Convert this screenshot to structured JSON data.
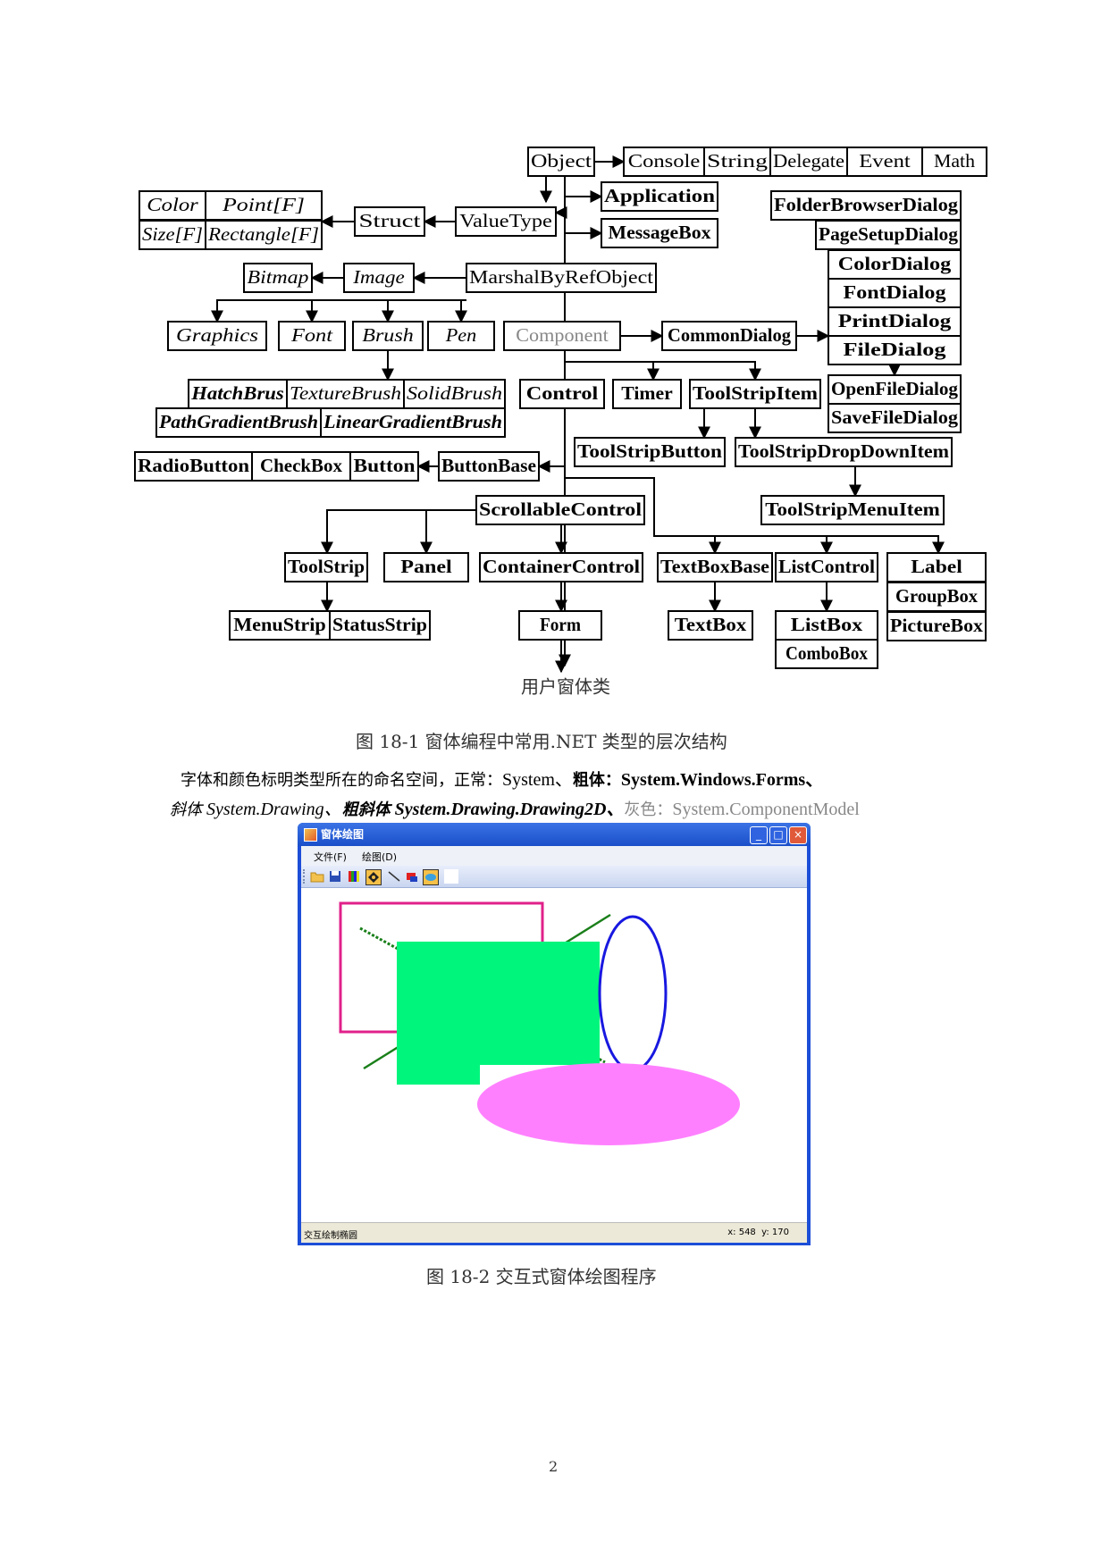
{
  "diagram": {
    "nodes": [
      {
        "id": "Object",
        "label": "Object",
        "style": "n"
      },
      {
        "id": "Console",
        "label": "Console",
        "style": "n"
      },
      {
        "id": "String",
        "label": "String",
        "style": "n"
      },
      {
        "id": "Delegate",
        "label": "Delegate",
        "style": "n"
      },
      {
        "id": "Event",
        "label": "Event",
        "style": "n"
      },
      {
        "id": "Math",
        "label": "Math",
        "style": "n"
      },
      {
        "id": "Application",
        "label": "Application",
        "style": "b"
      },
      {
        "id": "MessageBox",
        "label": "MessageBox",
        "style": "b"
      },
      {
        "id": "ValueType",
        "label": "ValueType",
        "style": "n"
      },
      {
        "id": "Struct",
        "label": "Struct",
        "style": "n"
      },
      {
        "id": "Color",
        "label": "Color",
        "style": "i"
      },
      {
        "id": "PointF",
        "label": "Point[F]",
        "style": "i"
      },
      {
        "id": "SizeF",
        "label": "Size[F]",
        "style": "i"
      },
      {
        "id": "RectangleF",
        "label": "Rectangle[F]",
        "style": "i"
      },
      {
        "id": "FolderBrowserDialog",
        "label": "FolderBrowserDialog",
        "style": "b"
      },
      {
        "id": "PageSetupDialog",
        "label": "PageSetupDialog",
        "style": "b"
      },
      {
        "id": "ColorDialog",
        "label": "ColorDialog",
        "style": "b"
      },
      {
        "id": "FontDialog",
        "label": "FontDialog",
        "style": "b"
      },
      {
        "id": "PrintDialog",
        "label": "PrintDialog",
        "style": "b"
      },
      {
        "id": "FileDialog",
        "label": "FileDialog",
        "style": "b"
      },
      {
        "id": "MarshalByRefObject",
        "label": "MarshalByRefObject",
        "style": "n"
      },
      {
        "id": "Image",
        "label": "Image",
        "style": "i"
      },
      {
        "id": "Bitmap",
        "label": "Bitmap",
        "style": "i"
      },
      {
        "id": "Graphics",
        "label": "Graphics",
        "style": "i"
      },
      {
        "id": "Font",
        "label": "Font",
        "style": "i"
      },
      {
        "id": "Brush",
        "label": "Brush",
        "style": "i"
      },
      {
        "id": "Pen",
        "label": "Pen",
        "style": "i"
      },
      {
        "id": "Component",
        "label": "Component",
        "style": "g"
      },
      {
        "id": "CommonDialog",
        "label": "CommonDialog",
        "style": "b"
      },
      {
        "id": "HatchBrush",
        "label": "HatchBrus",
        "style": "bi"
      },
      {
        "id": "TextureBrush",
        "label": "TextureBrush",
        "style": "i"
      },
      {
        "id": "SolidBrush",
        "label": "SolidBrush",
        "style": "i"
      },
      {
        "id": "PathGradientBrush",
        "label": "PathGradientBrush",
        "style": "bi"
      },
      {
        "id": "LinearGradientBrush",
        "label": "LinearGradientBrush",
        "style": "bi"
      },
      {
        "id": "Control",
        "label": "Control",
        "style": "b"
      },
      {
        "id": "Timer",
        "label": "Timer",
        "style": "b"
      },
      {
        "id": "ToolStripItem",
        "label": "ToolStripItem",
        "style": "b"
      },
      {
        "id": "OpenFileDialog",
        "label": "OpenFileDialog",
        "style": "b"
      },
      {
        "id": "SaveFileDialog",
        "label": "SaveFileDialog",
        "style": "b"
      },
      {
        "id": "RadioButton",
        "label": "RadioButton",
        "style": "b"
      },
      {
        "id": "CheckBox",
        "label": "CheckBox",
        "style": "b"
      },
      {
        "id": "Button",
        "label": "Button",
        "style": "b"
      },
      {
        "id": "ButtonBase",
        "label": "ButtonBase",
        "style": "b"
      },
      {
        "id": "ToolStripButton",
        "label": "ToolStripButton",
        "style": "b"
      },
      {
        "id": "ToolStripDropDownItem",
        "label": "ToolStripDropDownItem",
        "style": "b"
      },
      {
        "id": "ScrollableControl",
        "label": "ScrollableControl",
        "style": "b"
      },
      {
        "id": "ToolStripMenuItem",
        "label": "ToolStripMenuItem",
        "style": "b"
      },
      {
        "id": "ToolStrip",
        "label": "ToolStrip",
        "style": "b"
      },
      {
        "id": "Panel",
        "label": "Panel",
        "style": "b"
      },
      {
        "id": "ContainerControl",
        "label": "ContainerControl",
        "style": "b"
      },
      {
        "id": "TextBoxBase",
        "label": "TextBoxBase",
        "style": "b"
      },
      {
        "id": "ListControl",
        "label": "ListControl",
        "style": "b"
      },
      {
        "id": "Label",
        "label": "Label",
        "style": "b"
      },
      {
        "id": "GroupBox",
        "label": "GroupBox",
        "style": "b"
      },
      {
        "id": "PictureBox",
        "label": "PictureBox",
        "style": "b"
      },
      {
        "id": "MenuStrip",
        "label": "MenuStrip",
        "style": "b"
      },
      {
        "id": "StatusStrip",
        "label": "StatusStrip",
        "style": "b"
      },
      {
        "id": "Form",
        "label": "Form",
        "style": "b"
      },
      {
        "id": "TextBox",
        "label": "TextBox",
        "style": "b"
      },
      {
        "id": "ListBox",
        "label": "ListBox",
        "style": "b"
      },
      {
        "id": "ComboBox",
        "label": "ComboBox",
        "style": "b"
      }
    ],
    "user_form_label": "用户窗体类"
  },
  "caption1": "图 18-1    窗体编程中常用.NET 类型的层次结构",
  "legend": {
    "intro": "字体和颜色标明类型所在的命名空间，正常：",
    "normal_ns": "System、",
    "bold_word": "粗体：",
    "bold_ns": "System.Windows.Forms、",
    "italic_word": "斜体",
    "italic_ns": "System.Drawing、",
    "bolditalic_word": "粗斜体",
    "bolditalic_ns": "System.Drawing.Drawing2D、",
    "gray_word": "灰色：",
    "gray_ns": "System.ComponentModel"
  },
  "window": {
    "title": "窗体绘图",
    "menu": [
      "文件(F)",
      "绘图(D)"
    ],
    "status_left": "交互绘制椭圆",
    "status_x_label": "x:",
    "status_x": "548",
    "status_y_label": "y:",
    "status_y": "170",
    "colors": {
      "rect_outline": "#e0208a",
      "fill_rect": "#00f57c",
      "ellipse_outline": "#1818e0",
      "ellipse_fill": "#ff80ff",
      "line": "#1a7f1a"
    }
  },
  "caption2": "图 18-2    交互式窗体绘图程序",
  "page_number": "2"
}
